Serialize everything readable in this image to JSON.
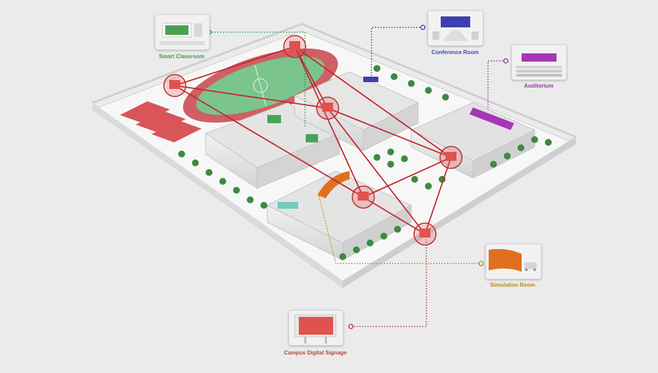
{
  "diagram": {
    "hub_link_color": "#c0282d",
    "nodes": [
      {
        "id": "smart-classroom",
        "label": "Smart Classroom",
        "color": "#3a9a4a",
        "screen_color": "#49a24f"
      },
      {
        "id": "conference-room",
        "label": "Conference Room",
        "color": "#3b4aa8",
        "screen_color": "#3e3fb0"
      },
      {
        "id": "auditorium",
        "label": "Auditorium",
        "color": "#8e3a9a",
        "screen_color": "#a735b6"
      },
      {
        "id": "simulation-room",
        "label": "Simulation Room",
        "color": "#b08a1e",
        "screen_color": "#e07020"
      },
      {
        "id": "campus-digital-signage",
        "label": "Campus Digital Signage",
        "color": "#b0443f",
        "screen_color": "#e0524e"
      }
    ]
  }
}
